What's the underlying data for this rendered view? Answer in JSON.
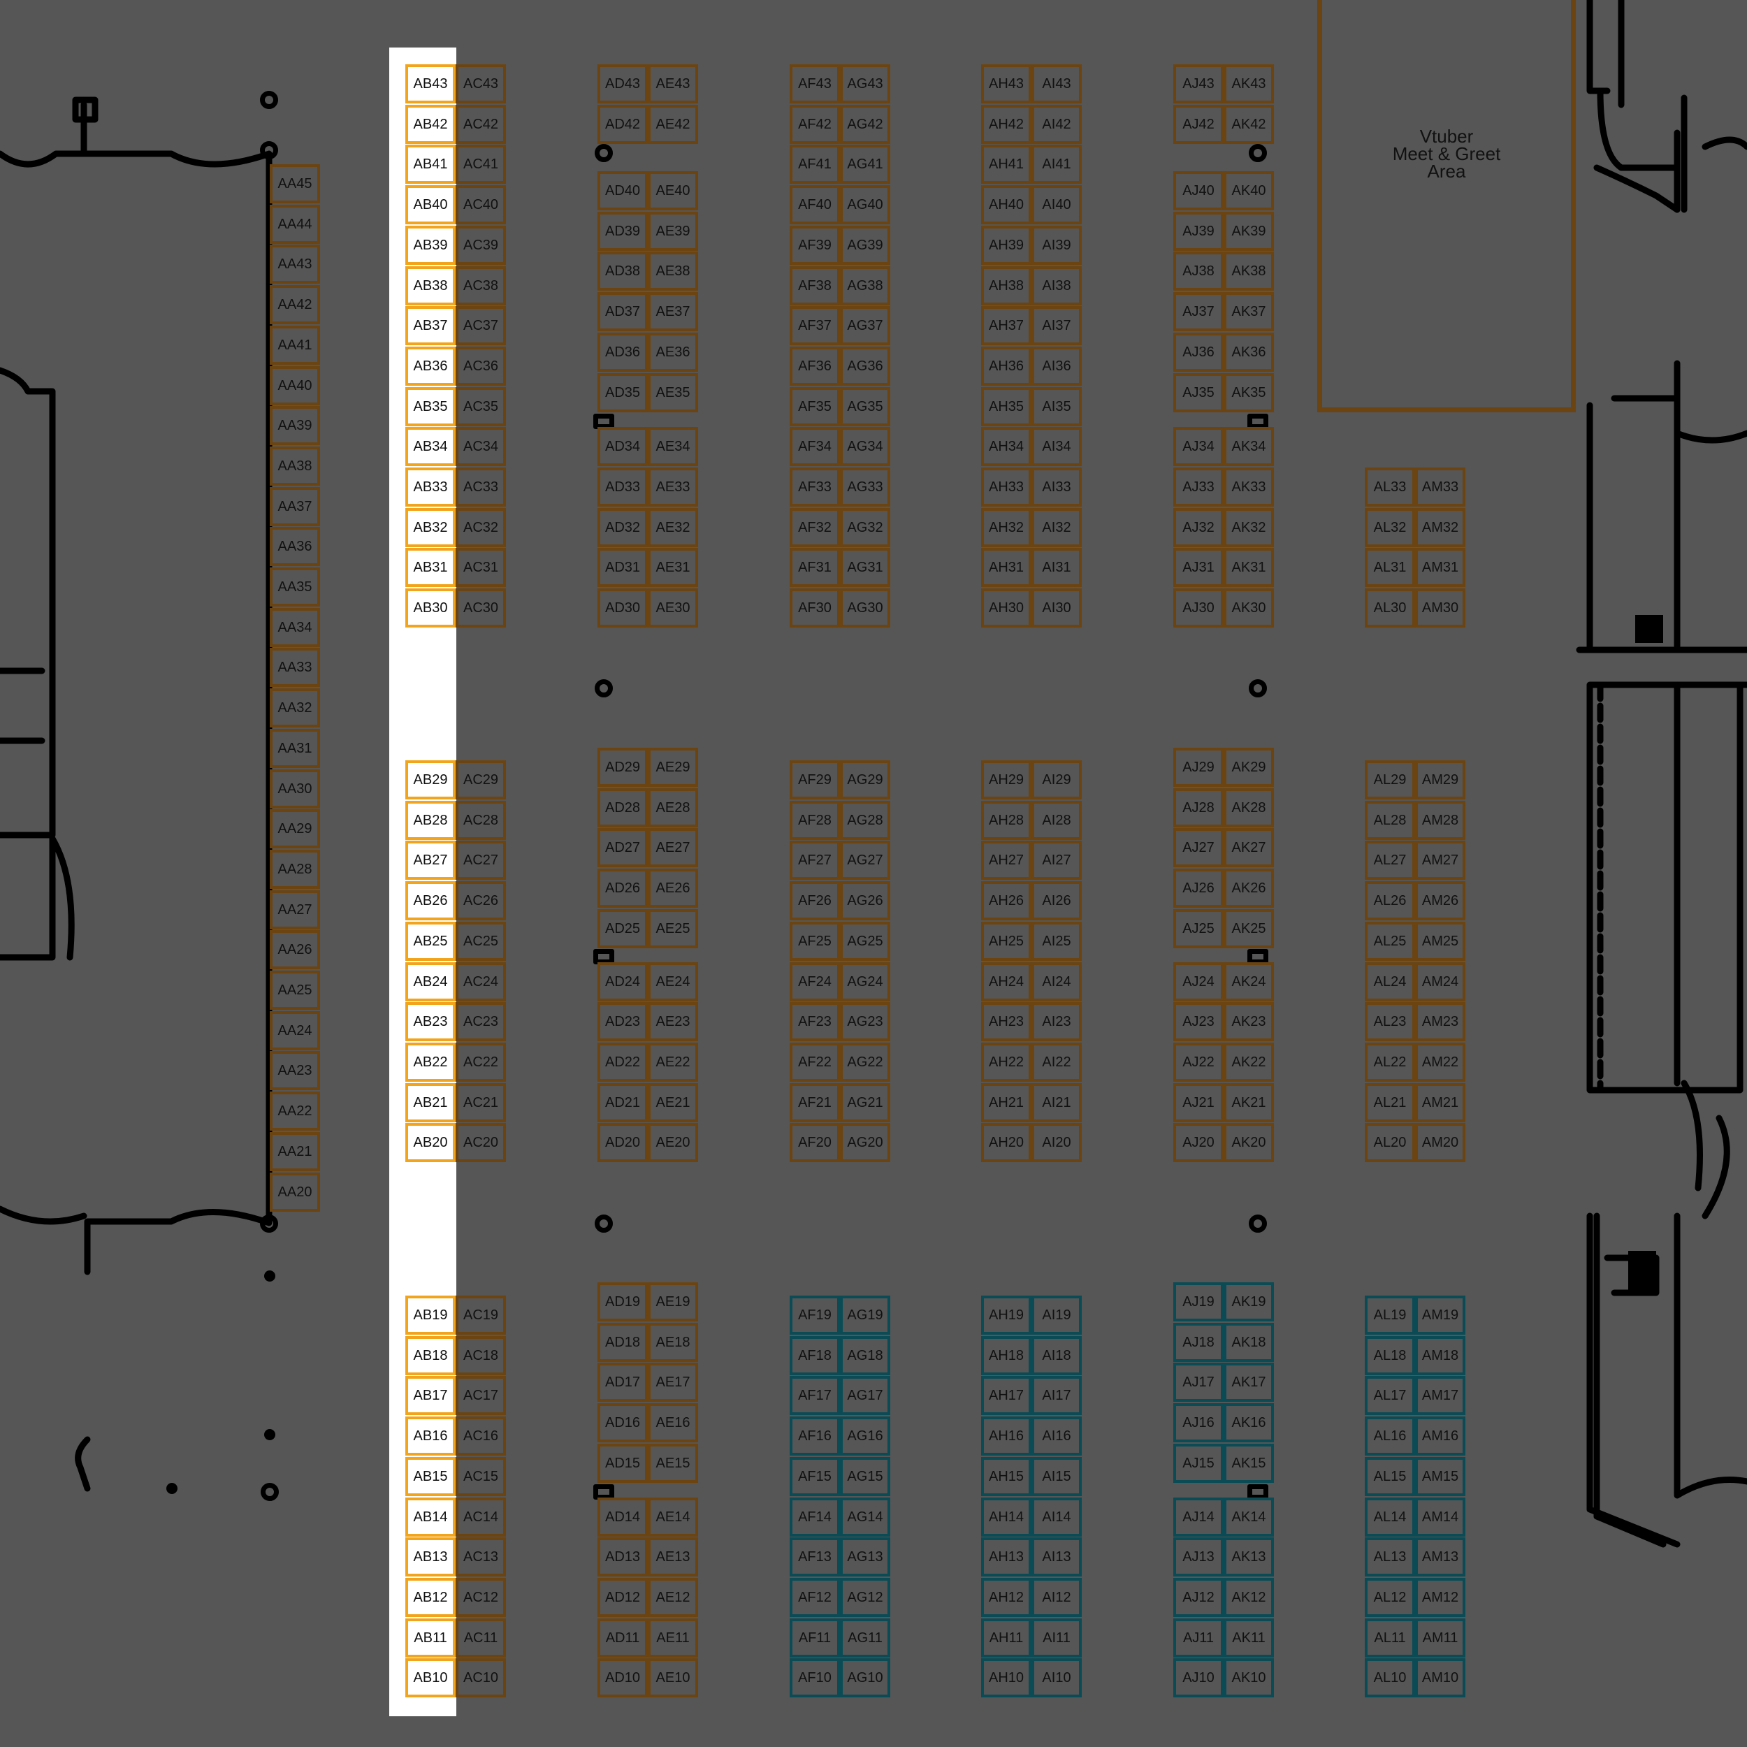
{
  "map": {
    "label": "Vtuber\nMeet & Greet\nArea",
    "selected_column": "AB"
  },
  "colors": {
    "background": "#565656",
    "booth_border": "#6b4412",
    "highlight_border": "#f2a51c",
    "highlight_fill": "#ffffff",
    "teal_border": "#0b4b55",
    "walls": "#000000"
  },
  "columns": [
    {
      "id": "AA",
      "style": "brown",
      "numbers": [
        45,
        44,
        43,
        42,
        41,
        40,
        39,
        38,
        37,
        36,
        35,
        34,
        33,
        32,
        31,
        30,
        29,
        28,
        27,
        26,
        25,
        24,
        23,
        22,
        21,
        20
      ]
    },
    {
      "id": "AB",
      "style": "highlight",
      "numbers": [
        43,
        42,
        41,
        40,
        39,
        38,
        37,
        36,
        35,
        34,
        33,
        32,
        31,
        30,
        29,
        28,
        27,
        26,
        25,
        24,
        23,
        22,
        21,
        20,
        19,
        18,
        17,
        16,
        15,
        14,
        13,
        12,
        11,
        10
      ]
    },
    {
      "id": "AC",
      "style": "brown",
      "numbers": [
        43,
        42,
        41,
        40,
        39,
        38,
        37,
        36,
        35,
        34,
        33,
        32,
        31,
        30,
        29,
        28,
        27,
        26,
        25,
        24,
        23,
        22,
        21,
        20,
        19,
        18,
        17,
        16,
        15,
        14,
        13,
        12,
        11,
        10
      ]
    },
    {
      "id": "AD",
      "style": "brown",
      "numbers": [
        43,
        42,
        40,
        39,
        38,
        37,
        36,
        35,
        34,
        33,
        32,
        31,
        30,
        29,
        28,
        27,
        26,
        25,
        24,
        23,
        22,
        21,
        20,
        19,
        18,
        17,
        16,
        15,
        14,
        13,
        12,
        11,
        10
      ]
    },
    {
      "id": "AE",
      "style": "brown",
      "numbers": [
        43,
        42,
        40,
        39,
        38,
        37,
        36,
        35,
        34,
        33,
        32,
        31,
        30,
        29,
        28,
        27,
        26,
        25,
        24,
        23,
        22,
        21,
        20,
        19,
        18,
        17,
        16,
        15,
        14,
        13,
        12,
        11,
        10
      ]
    },
    {
      "id": "AF",
      "style": "split",
      "numbers": [
        43,
        42,
        41,
        40,
        39,
        38,
        37,
        36,
        35,
        34,
        33,
        32,
        31,
        30,
        29,
        28,
        27,
        26,
        25,
        24,
        23,
        22,
        21,
        20,
        19,
        18,
        17,
        16,
        15,
        14,
        13,
        12,
        11,
        10
      ]
    },
    {
      "id": "AG",
      "style": "split",
      "numbers": [
        43,
        42,
        41,
        40,
        39,
        38,
        37,
        36,
        35,
        34,
        33,
        32,
        31,
        30,
        29,
        28,
        27,
        26,
        25,
        24,
        23,
        22,
        21,
        20,
        19,
        18,
        17,
        16,
        15,
        14,
        13,
        12,
        11,
        10
      ]
    },
    {
      "id": "AH",
      "style": "split",
      "numbers": [
        43,
        42,
        41,
        40,
        39,
        38,
        37,
        36,
        35,
        34,
        33,
        32,
        31,
        30,
        29,
        28,
        27,
        26,
        25,
        24,
        23,
        22,
        21,
        20,
        19,
        18,
        17,
        16,
        15,
        14,
        13,
        12,
        11,
        10
      ]
    },
    {
      "id": "AI",
      "style": "split",
      "numbers": [
        43,
        42,
        41,
        40,
        39,
        38,
        37,
        36,
        35,
        34,
        33,
        32,
        31,
        30,
        29,
        28,
        27,
        26,
        25,
        24,
        23,
        22,
        21,
        20,
        19,
        18,
        17,
        16,
        15,
        14,
        13,
        12,
        11,
        10
      ]
    },
    {
      "id": "AJ",
      "style": "split",
      "numbers": [
        43,
        42,
        40,
        39,
        38,
        37,
        36,
        35,
        34,
        33,
        32,
        31,
        30,
        29,
        28,
        27,
        26,
        25,
        24,
        23,
        22,
        21,
        20,
        19,
        18,
        17,
        16,
        15,
        14,
        13,
        12,
        11,
        10
      ]
    },
    {
      "id": "AK",
      "style": "split",
      "numbers": [
        43,
        42,
        40,
        39,
        38,
        37,
        36,
        35,
        34,
        33,
        32,
        31,
        30,
        29,
        28,
        27,
        26,
        25,
        24,
        23,
        22,
        21,
        20,
        19,
        18,
        17,
        16,
        15,
        14,
        13,
        12,
        11,
        10
      ]
    },
    {
      "id": "AL",
      "style": "split",
      "numbers": [
        33,
        32,
        31,
        30,
        29,
        28,
        27,
        26,
        25,
        24,
        23,
        22,
        21,
        20,
        19,
        18,
        17,
        16,
        15,
        14,
        13,
        12,
        11,
        10
      ]
    },
    {
      "id": "AM",
      "style": "split",
      "numbers": [
        33,
        32,
        31,
        30,
        29,
        28,
        27,
        26,
        25,
        24,
        23,
        22,
        21,
        20,
        19,
        18,
        17,
        16,
        15,
        14,
        13,
        12,
        11,
        10
      ]
    }
  ]
}
